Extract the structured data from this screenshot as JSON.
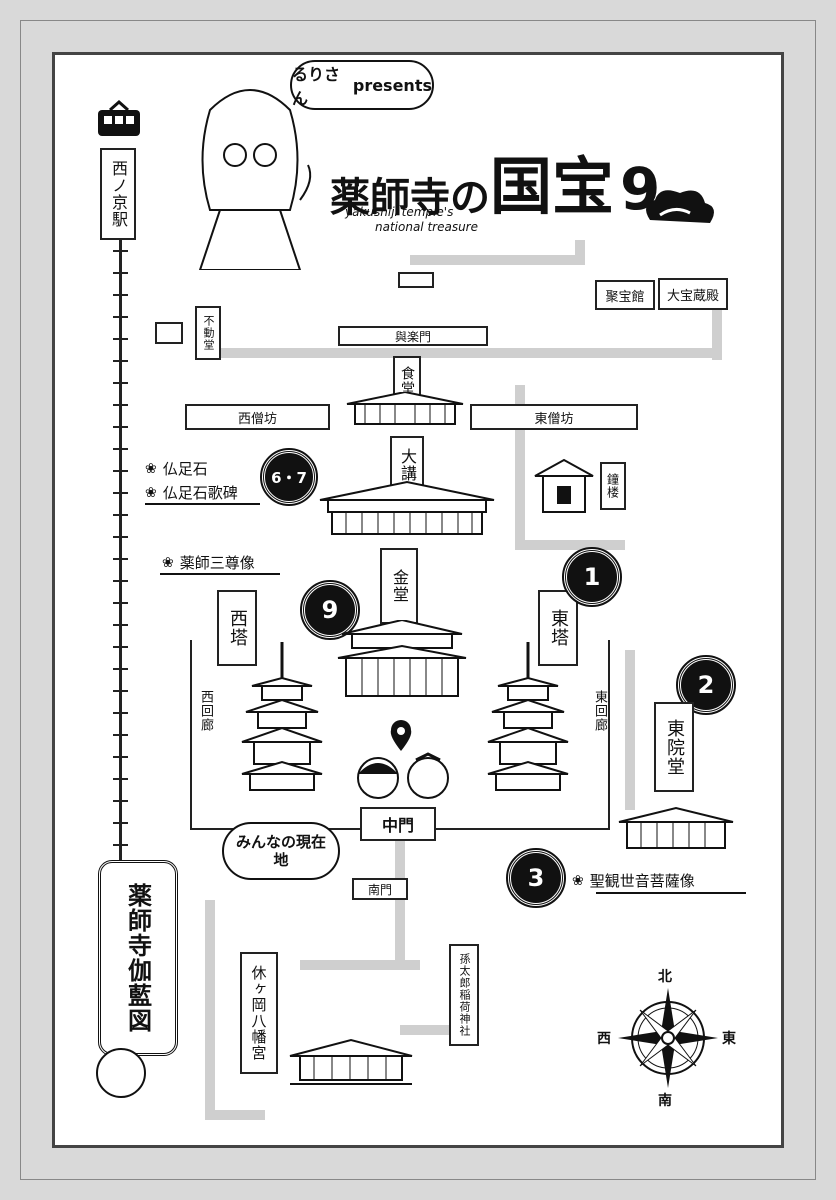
{
  "title": {
    "presenter": "るりさん",
    "presents": "presents",
    "main_a": "薬師寺の",
    "main_b": "国宝",
    "number": "9",
    "subtitle_en_1": "yakushiji temple's",
    "subtitle_en_2": "national treasure"
  },
  "station": {
    "name": "西ノ京駅"
  },
  "buildings": {
    "jikido_label": "食堂",
    "kodo_label": "大講堂",
    "kondo_label": "金堂",
    "west_tower": "西塔",
    "east_tower": "東塔",
    "toindo": "東院堂",
    "shoro": "鐘楼",
    "fudodo": "不動堂",
    "kofuku_gate": "與楽門",
    "nishisoubou": "西僧坊",
    "higashisoubou": "東僧坊",
    "jujikan": "聚宝館",
    "daihozoden": "大宝蔵殿",
    "west_corridor": "西回廊",
    "east_corridor": "東回廊",
    "chumon": "中門",
    "nandaimon": "南門",
    "hachimangu": "休ヶ岡八幡宮",
    "sontaro": "孫太郎稲荷神社"
  },
  "treasures": {
    "t67_items": [
      "仏足石",
      "仏足石歌碑"
    ],
    "t67_badge": "6・7",
    "t9_item": "薬師三尊像",
    "t9_badge": "9",
    "t1_badge": "1",
    "t2_badge": "2",
    "t3_badge": "3",
    "t3_item": "聖観世音菩薩像"
  },
  "you_are_here": "みんなの現在地",
  "map_title": "薬師寺伽藍図",
  "compass": {
    "n": "北",
    "e": "東",
    "s": "南",
    "w": "西"
  },
  "colors": {
    "ink": "#111111",
    "path": "#cfcfcf",
    "frame": "#d9d9d9"
  }
}
